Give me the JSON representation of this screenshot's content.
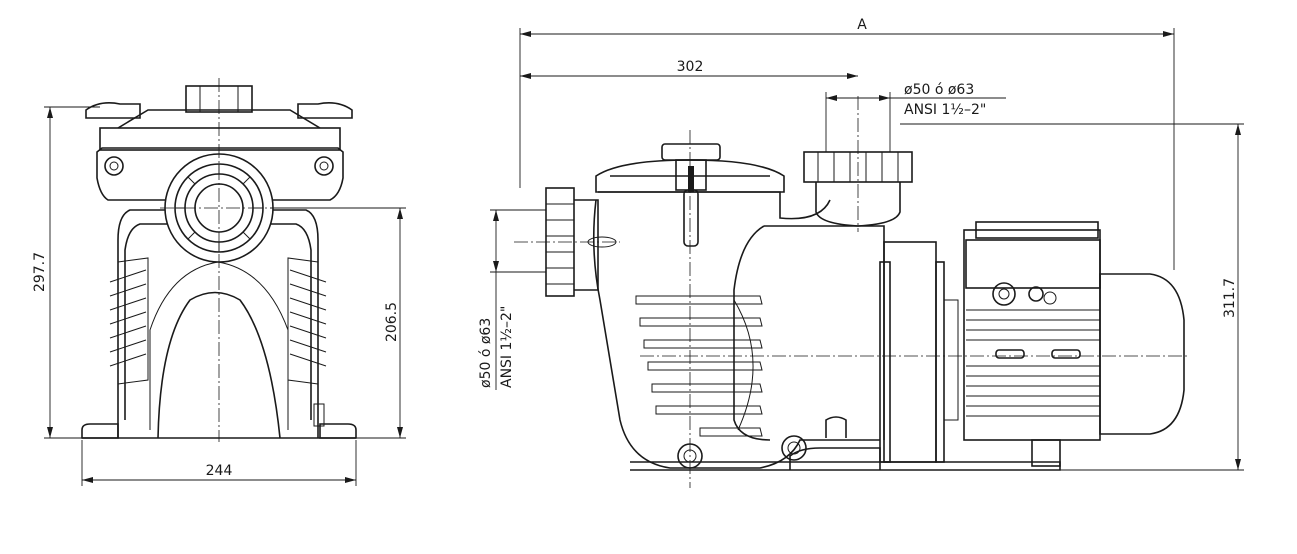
{
  "front_view": {
    "width_label": "244",
    "height_label": "297.7",
    "axis_height_label": "206.5"
  },
  "side_view": {
    "overall_length_label": "A",
    "inlet_to_outlet_label": "302",
    "outlet_connection_line1": "ø50  ó  ø63",
    "outlet_connection_line2": "ANSI  1½–2\"",
    "inlet_connection_line1": "ø50  ó  ø63",
    "inlet_connection_line2": "ANSI  1½–2\"",
    "total_height_label": "311.7"
  }
}
